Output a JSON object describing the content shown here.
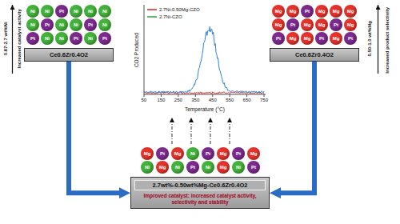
{
  "diagram": {
    "nodes": [
      {
        "text": [
          "Ni"
        ]
      },
      {
        "text": [
          "Ni"
        ]
      },
      {
        "text": [
          "Pt"
        ]
      },
      {
        "text": [
          "Ni"
        ]
      },
      {
        "text": [
          "Ni"
        ]
      },
      {
        "text": [
          "Ni"
        ]
      },
      {
        "text": [
          "Ni"
        ]
      },
      {
        "text": [
          "Pt"
        ]
      },
      {
        "text": [
          "Ni"
        ]
      },
      {
        "text": [
          "Ni"
        ]
      },
      {
        "text": [
          "Pt"
        ]
      },
      {
        "text": [
          "Ni"
        ]
      },
      {
        "text": [
          "Pt"
        ]
      },
      {
        "text": [
          "Ni"
        ]
      },
      {
        "text": [
          "Ni"
        ]
      },
      {
        "text": [
          "Pt"
        ]
      },
      {
        "text": [
          "Ni"
        ]
      },
      {
        "text": [
          "Pt"
        ]
      },
      {
        "text": [
          "Ce0.6Zr0.4O2"
        ]
      },
      {
        "text": [
          "Mg"
        ]
      },
      {
        "text": [
          "Mg"
        ]
      },
      {
        "text": [
          "Pt"
        ]
      },
      {
        "text": [
          "Mg"
        ]
      },
      {
        "text": [
          "Mg"
        ]
      },
      {
        "text": [
          "Mg"
        ]
      },
      {
        "text": [
          "Mg"
        ]
      },
      {
        "text": [
          "Pt"
        ]
      },
      {
        "text": [
          "Mg"
        ]
      },
      {
        "text": [
          "Mg"
        ]
      },
      {
        "text": [
          "Pt"
        ]
      },
      {
        "text": [
          "Mg"
        ]
      },
      {
        "text": [
          "Pt"
        ]
      },
      {
        "text": [
          "Mg"
        ]
      },
      {
        "text": [
          "Mg"
        ]
      },
      {
        "text": [
          "Pt"
        ]
      },
      {
        "text": [
          "Mg"
        ]
      },
      {
        "text": [
          "Pt"
        ]
      },
      {
        "text": [
          "Ce0.6Zr0.4O2"
        ]
      },
      {
        "text": [
          "Mg"
        ]
      },
      {
        "text": [
          "Pt"
        ]
      },
      {
        "text": [
          "Mg"
        ]
      },
      {
        "text": [
          "Ni"
        ]
      },
      {
        "text": [
          "Pt"
        ]
      },
      {
        "text": [
          "Mg"
        ]
      },
      {
        "text": [
          "Pt"
        ]
      },
      {
        "text": [
          "Mg"
        ]
      },
      {
        "text": [
          "Ni"
        ]
      },
      {
        "text": [
          "Mg"
        ]
      },
      {
        "text": [
          "Ni"
        ]
      },
      {
        "text": [
          "Pt"
        ]
      },
      {
        "text": [
          "Ni"
        ]
      },
      {
        "text": [
          "Mg"
        ]
      },
      {
        "text": [
          "Ni"
        ]
      },
      {
        "text": [
          "Pt"
        ]
      },
      {
        "text": [
          "2.7wt%-0.50wt%Mg-Ce0.6Zr0.4O2",
          "Improved catalyst: increased catalyst activity, selectivity and stability"
        ]
      }
    ],
    "edges": [
      {
        "from": 18,
        "to": 54,
        "arrow": "to"
      },
      {
        "from": 37,
        "to": 54,
        "arrow": "to"
      }
    ],
    "labels": [
      "0.67-2.7 wt%Ni",
      "Increased catalyst activity",
      "0.50-1.0 wt%Mg",
      "Increased product selectivity",
      "CO2 Produced",
      "50",
      "150",
      "250",
      "350",
      "450",
      "550",
      "650",
      "750",
      "Temperature (°C)"
    ],
    "legend": [
      {
        "text": "2.7Ni-0.50Mg-CZO"
      },
      {
        "text": "2.7Ni-CZO"
      }
    ]
  }
}
